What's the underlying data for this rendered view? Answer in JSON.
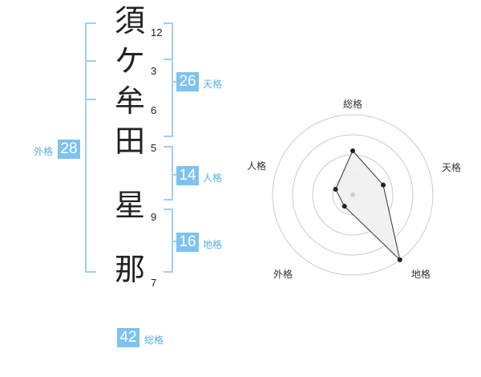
{
  "name": {
    "characters": [
      {
        "char": "須",
        "strokes": "12"
      },
      {
        "char": "ケ",
        "strokes": "3"
      },
      {
        "char": "牟",
        "strokes": "6"
      },
      {
        "char": "田",
        "strokes": "5"
      },
      {
        "char": "星",
        "strokes": "9"
      },
      {
        "char": "那",
        "strokes": "7"
      }
    ]
  },
  "fortunes": {
    "tenkaku": {
      "label": "天格",
      "value": "26"
    },
    "jinkaku": {
      "label": "人格",
      "value": "14"
    },
    "chikaku": {
      "label": "地格",
      "value": "16"
    },
    "gaikaku": {
      "label": "外格",
      "value": "28"
    },
    "soukaku": {
      "label": "総格",
      "value": "42"
    }
  },
  "radar": {
    "axes": [
      "総格",
      "天格",
      "地格",
      "外格",
      "人格"
    ],
    "levels": 4,
    "values": [
      2.2,
      1.6,
      4.0,
      0.7,
      0.9
    ],
    "colors": {
      "ring": "#cccccc",
      "fill": "#f0f0f0",
      "line": "#333333",
      "point": "#222222",
      "center": "#cfcfcf"
    }
  },
  "colors": {
    "accent": "#7cc3ee",
    "bracket": "#9ed0f2"
  }
}
